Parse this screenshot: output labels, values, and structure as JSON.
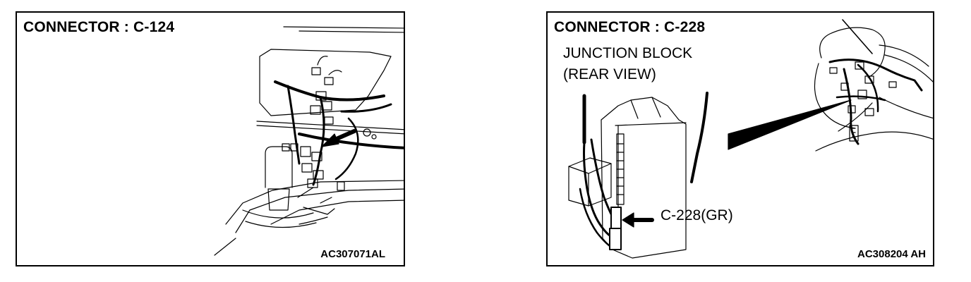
{
  "panels": [
    {
      "title": "CONNECTOR : C-124",
      "code": "AC307071AL"
    },
    {
      "title": "CONNECTOR : C-228",
      "subtitle_line1": "JUNCTION BLOCK",
      "subtitle_line2": "(REAR VIEW)",
      "callout": "C-228(GR)",
      "code": "AC308204 AH"
    }
  ],
  "colors": {
    "line": "#000000",
    "background": "#ffffff"
  }
}
